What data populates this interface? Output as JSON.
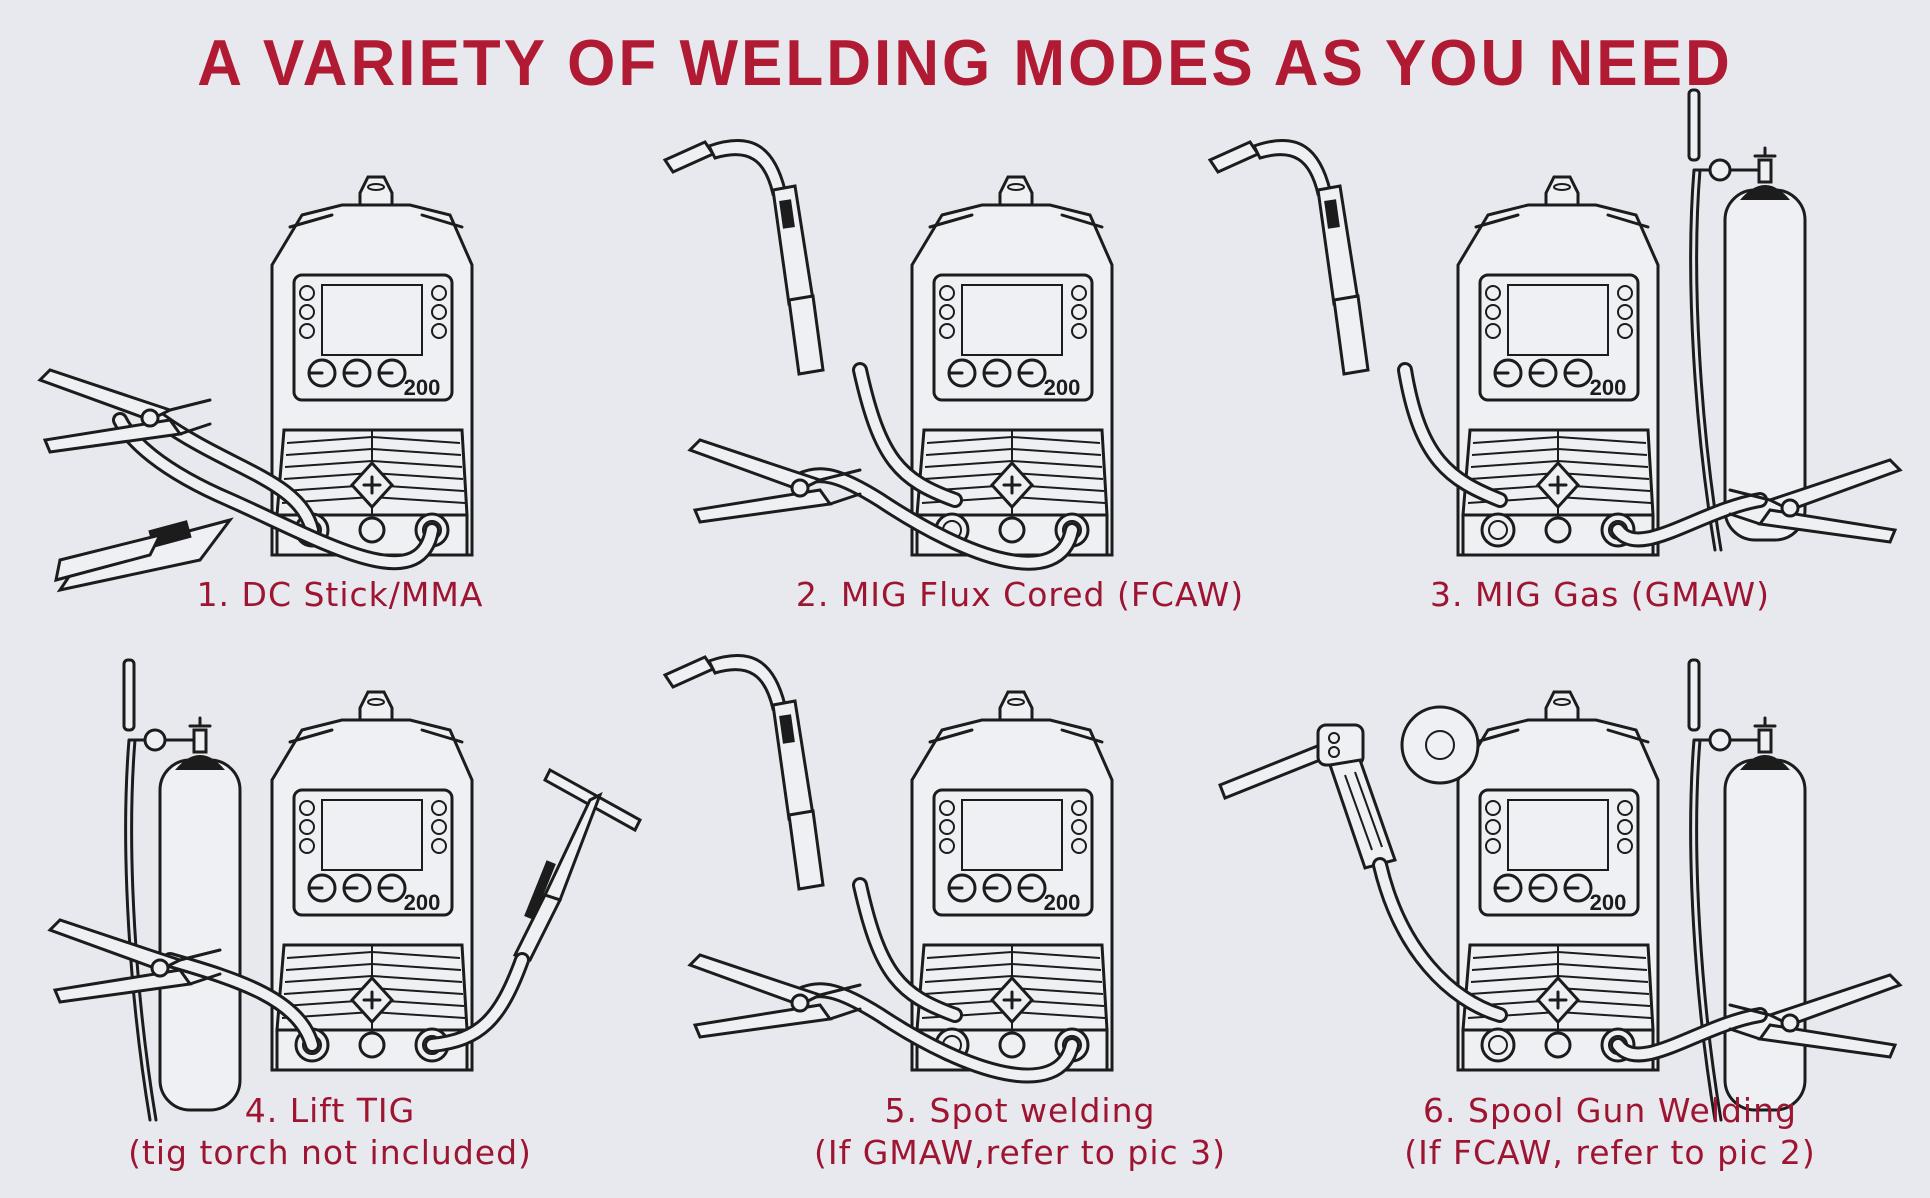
{
  "title": "A VARIETY OF WELDING MODES AS YOU NEED",
  "accent_color": "#b01a33",
  "welder": {
    "model_label": "200"
  },
  "modes": [
    {
      "caption": "1. DC Stick/MMA",
      "note": "",
      "accessories": [
        "ground-clamp",
        "electrode-holder"
      ]
    },
    {
      "caption": "2. MIG Flux Cored (FCAW)",
      "note": "",
      "accessories": [
        "mig-torch",
        "ground-clamp"
      ]
    },
    {
      "caption": "3. MIG Gas (GMAW)",
      "note": "",
      "accessories": [
        "mig-torch",
        "gas-cylinder",
        "ground-clamp"
      ]
    },
    {
      "caption": "4. Lift TIG",
      "note": "(tig torch not included)",
      "accessories": [
        "gas-cylinder",
        "ground-clamp",
        "tig-torch"
      ]
    },
    {
      "caption": "5. Spot welding",
      "note": "(If GMAW,refer to pic 3)",
      "accessories": [
        "mig-torch",
        "ground-clamp"
      ]
    },
    {
      "caption": "6. Spool Gun Welding",
      "note": "(If FCAW, refer to pic 2)",
      "accessories": [
        "spool-gun",
        "gas-cylinder",
        "ground-clamp"
      ]
    }
  ]
}
